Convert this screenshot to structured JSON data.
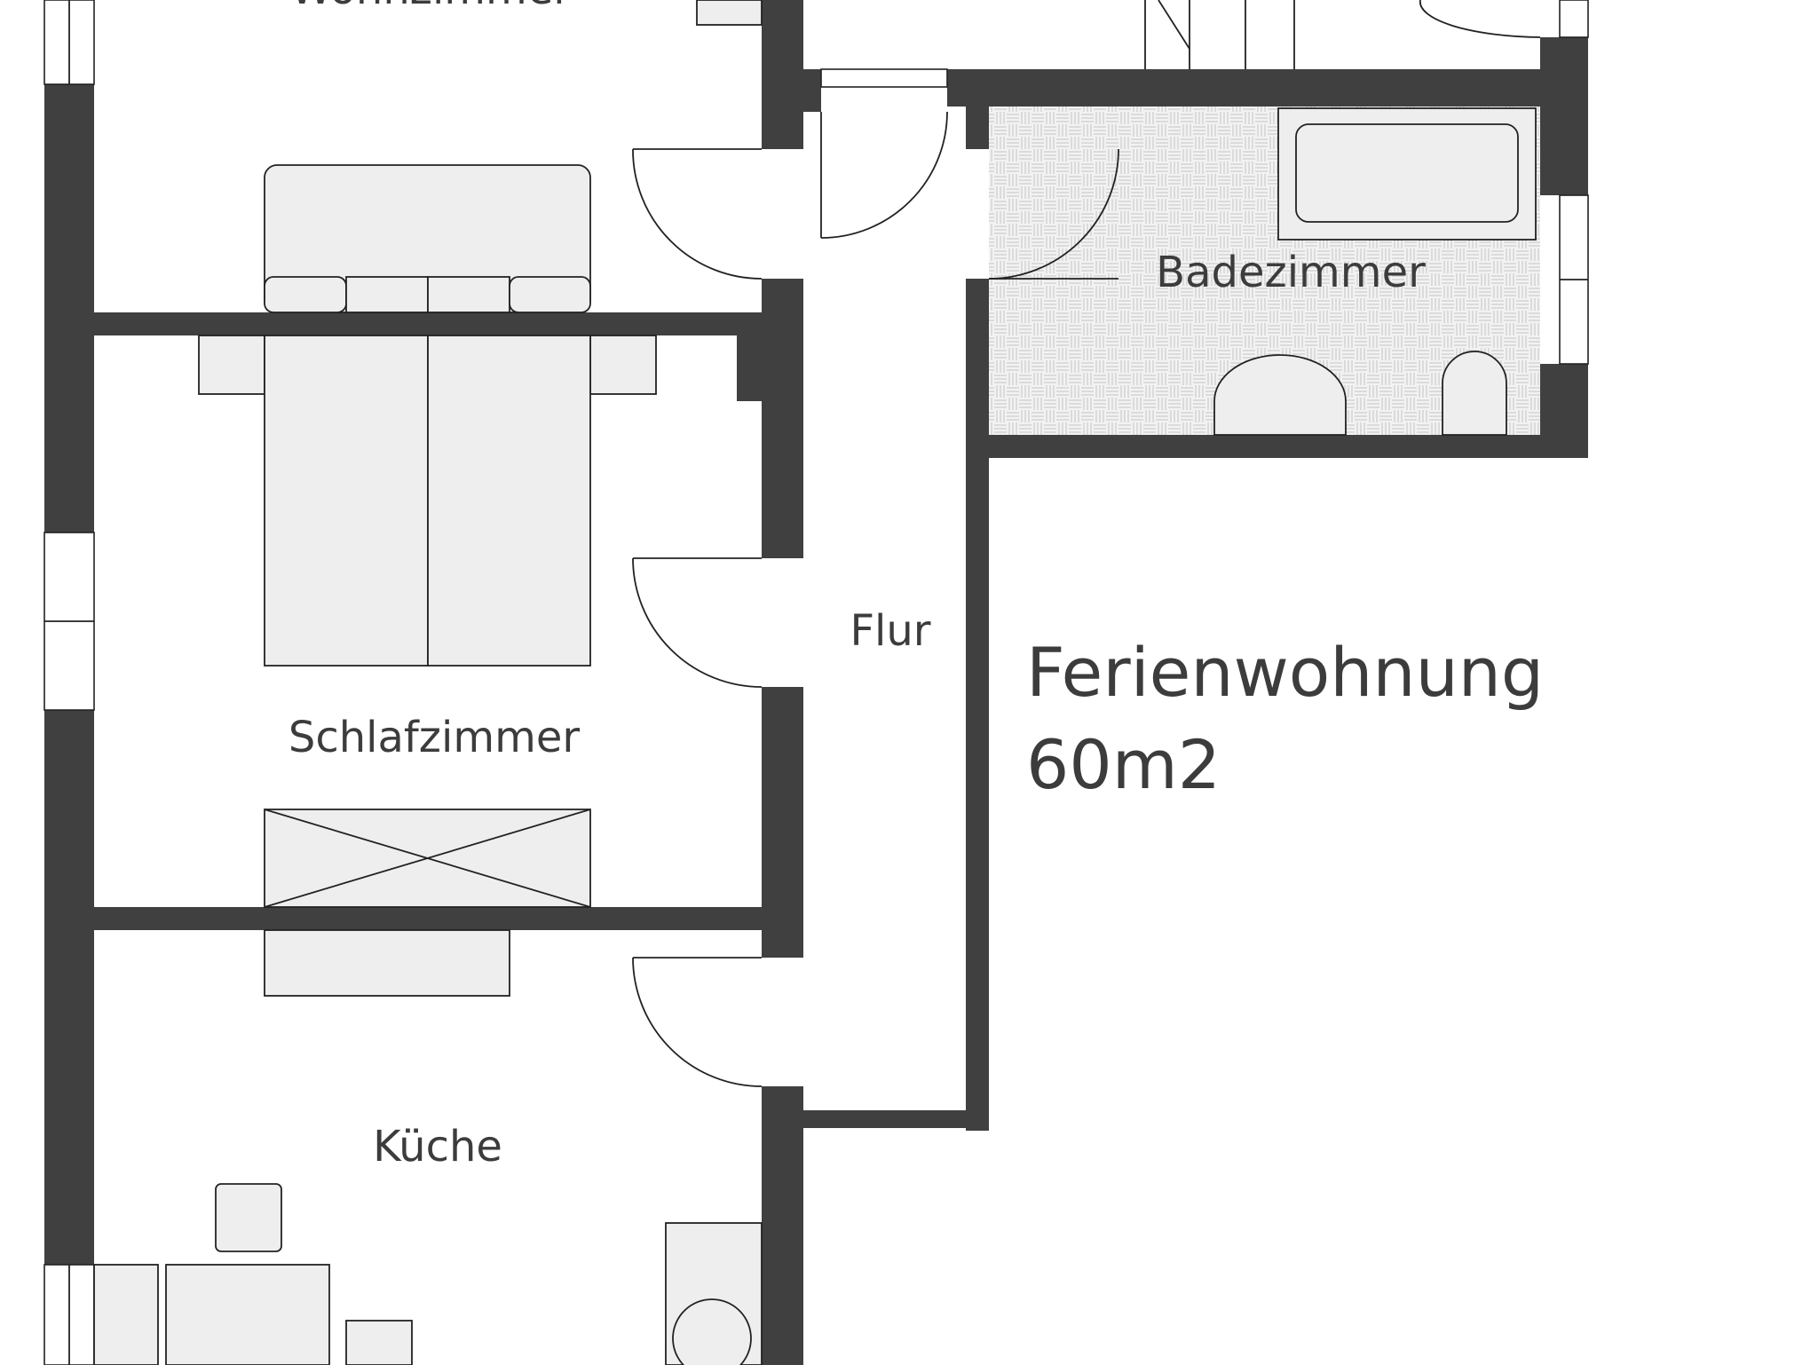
{
  "rooms": {
    "top_left_partial": "Wohnzimmer",
    "bath": "Badezimmer",
    "hall": "Flur",
    "bedroom": "Schlafzimmer",
    "kitchen": "Küche"
  },
  "apartment": {
    "name": "Ferienwohnung",
    "area": "60m2"
  },
  "colors": {
    "wall": "#404040",
    "furniture_fill": "#eeeeee",
    "label_text": "#3c3c3c"
  }
}
